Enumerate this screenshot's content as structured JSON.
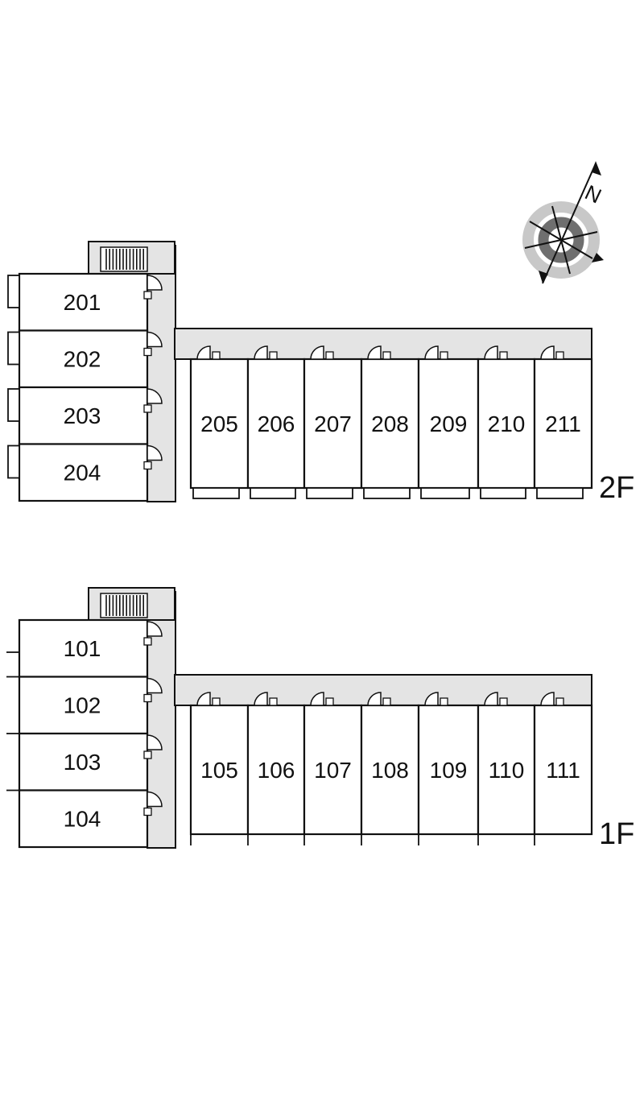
{
  "compass": {
    "north_label": "N"
  },
  "colors": {
    "line": "#111111",
    "corridor": "#e4e4e4",
    "compass_dark": "#6f6f6f",
    "compass_light": "#c8c8c8"
  },
  "floors": [
    {
      "label": "2F",
      "west_units": [
        "201",
        "202",
        "203",
        "204"
      ],
      "east_units": [
        "205",
        "206",
        "207",
        "208",
        "209",
        "210",
        "211"
      ]
    },
    {
      "label": "1F",
      "west_units": [
        "101",
        "102",
        "103",
        "104"
      ],
      "east_units": [
        "105",
        "106",
        "107",
        "108",
        "109",
        "110",
        "111"
      ]
    }
  ]
}
